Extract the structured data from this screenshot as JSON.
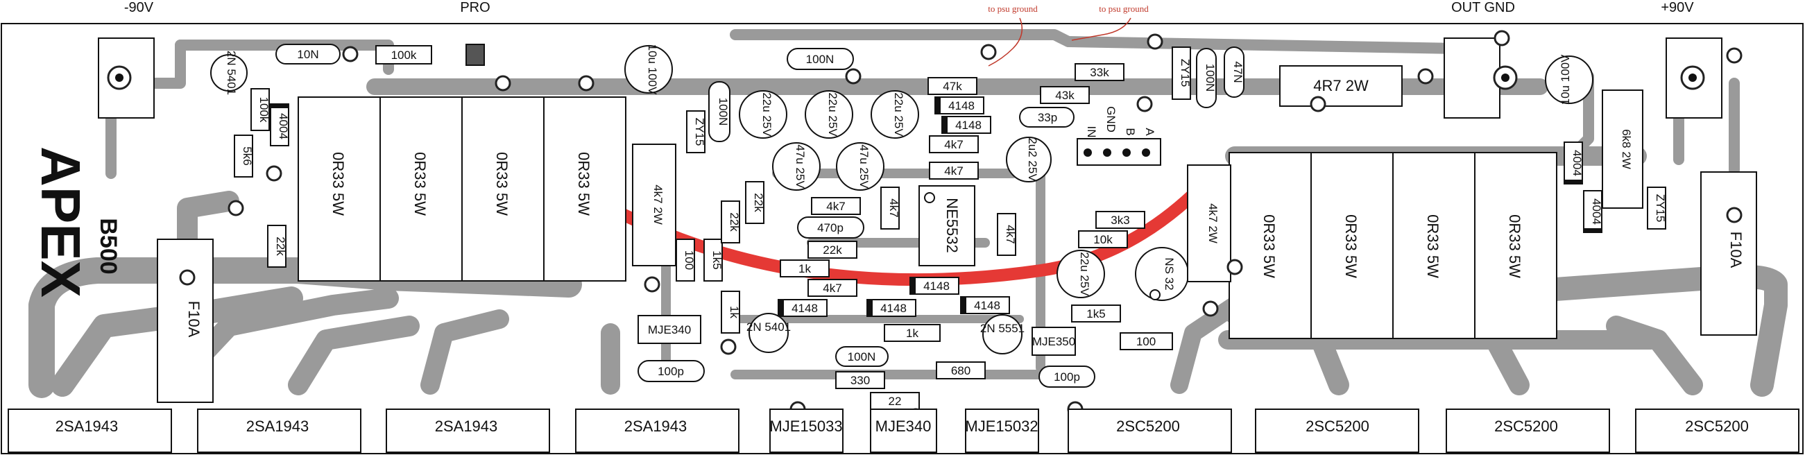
{
  "top_labels": {
    "minus90": "-90V",
    "pro": "PRO",
    "psu1": "to psu ground",
    "psu2": "to psu ground",
    "outgnd": "OUT GND",
    "plus90": "+90V"
  },
  "brand": {
    "logo": "APEX",
    "model": "B500"
  },
  "colors": {
    "trace": "#9a9a9a",
    "red_trace": "#e53935",
    "note": "#c0392b"
  },
  "transistors": [
    "2SA1943",
    "2SA1943",
    "2SA1943",
    "2SA1943",
    "MJE15033",
    "MJE340",
    "MJE15032",
    "2SC5200",
    "2SC5200",
    "2SC5200",
    "2SC5200"
  ],
  "resistors_left": [
    "0R33 5W",
    "0R33 5W",
    "0R33 5W",
    "0R33 5W"
  ],
  "resistors_right": [
    "0R33 5W",
    "0R33 5W",
    "0R33 5W",
    "0R33 5W"
  ],
  "fuses": [
    "F10A",
    "F10A"
  ],
  "parts": {
    "q_2n5401_top": "2N 5401",
    "c10n": "10N",
    "r100k": "100k",
    "r100k_v": "100k",
    "d4004_l": "4004",
    "r5k6": "5k6",
    "r22k_l": "22k",
    "c10u": "10u 100V",
    "c100n_l": "100N",
    "zy15_l": "ZY15",
    "c100n_top": "100N",
    "c22u_1": "22u 25V",
    "c22u_2": "22u 25V",
    "c22u_3": "22u 25V",
    "c47u_1": "47u 25V",
    "c47u_2": "47u 25V",
    "r47k": "47k",
    "d4148_1": "4148",
    "d4148_2": "4148",
    "r4k7_a": "4k7",
    "r4k7_b": "4k7",
    "r4k7_c": "4k7",
    "r4k7_d": "4k7",
    "r4k7_e": "4k7",
    "r4k7_f": "4k7",
    "r4k7_2w_l": "4k7 2W",
    "r4k7_2w_r": "4k7 2W",
    "r22k_a": "22k",
    "r22k_b": "22k",
    "r22k_c": "22k",
    "c470p": "470p",
    "ic": "NE5532",
    "r1k_a": "1k",
    "r1k_b": "1k",
    "r1k_c": "1k",
    "r1k5": "1k5",
    "r1k5_b": "1k5",
    "r100_a": "100",
    "r100_b": "100",
    "d4148_3": "4148",
    "d4148_4": "4148",
    "d4148_5": "4148",
    "d4148_6": "4148",
    "mje340_l": "MJE340",
    "q_2n5401_b": "2N 5401",
    "q_2n5551": "2N 5551",
    "mje350": "MJE350",
    "c100p_a": "100p",
    "c100p_b": "100p",
    "c100n_b": "100N",
    "r330": "330",
    "r22": "22",
    "r680": "680",
    "r33k": "33k",
    "r43k": "43k",
    "c33p": "33p",
    "c2u2": "2u2 25V",
    "c22u_4": "22u 25V",
    "r3k3": "3k3",
    "r10k": "10k",
    "ns32": "NS 32",
    "hdr_in": "IN",
    "hdr_gnd": "GND",
    "hdr_b": "B",
    "hdr_a": "A",
    "zy15_r": "ZY15",
    "c100n_r": "100N",
    "c47n": "47N",
    "r4r7": "4R7 2W",
    "c10u_r": "10u 100V",
    "r6k8": "6k8 2W",
    "d4004_r1": "4004",
    "d4004_r2": "4004",
    "zy15_r2": "ZY15"
  }
}
